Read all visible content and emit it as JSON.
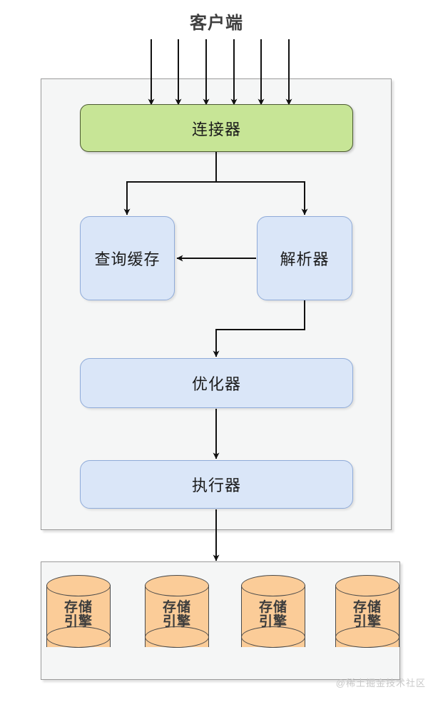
{
  "diagram": {
    "title": "客户端",
    "client_arrow_count": 6,
    "colors": {
      "panel_bg": "#f5f6f6",
      "panel_border": "#9a9a9a",
      "connector_fill": "#c7e596",
      "connector_border": "#4c5a31",
      "node_fill": "#dae6f8",
      "node_border": "#8fabd9",
      "cylinder_fill": "#fbcc98",
      "cylinder_border": "#4a4a4a",
      "arrow": "#111111",
      "title_text": "#3f3f3f",
      "watermark": "#c9c9c9"
    },
    "server": {
      "nodes": [
        {
          "id": "connector",
          "label": "连接器",
          "style": "green"
        },
        {
          "id": "query-cache",
          "label": "查询缓存",
          "style": "blue"
        },
        {
          "id": "parser",
          "label": "解析器",
          "style": "blue"
        },
        {
          "id": "optimizer",
          "label": "优化器",
          "style": "blue"
        },
        {
          "id": "executor",
          "label": "执行器",
          "style": "blue"
        }
      ]
    },
    "storage": {
      "engines": [
        {
          "line1": "存储",
          "line2": "引擎"
        },
        {
          "line1": "存储",
          "line2": "引擎"
        },
        {
          "line1": "存储",
          "line2": "引擎"
        },
        {
          "line1": "存储",
          "line2": "引擎"
        }
      ]
    },
    "edges": [
      {
        "from": "client",
        "to": "connector"
      },
      {
        "from": "connector",
        "to": "query-cache"
      },
      {
        "from": "connector",
        "to": "parser"
      },
      {
        "from": "parser",
        "to": "query-cache"
      },
      {
        "from": "parser",
        "to": "optimizer"
      },
      {
        "from": "optimizer",
        "to": "executor"
      },
      {
        "from": "executor",
        "to": "storage-engine"
      }
    ],
    "watermark": "@稀土掘金技术社区"
  }
}
